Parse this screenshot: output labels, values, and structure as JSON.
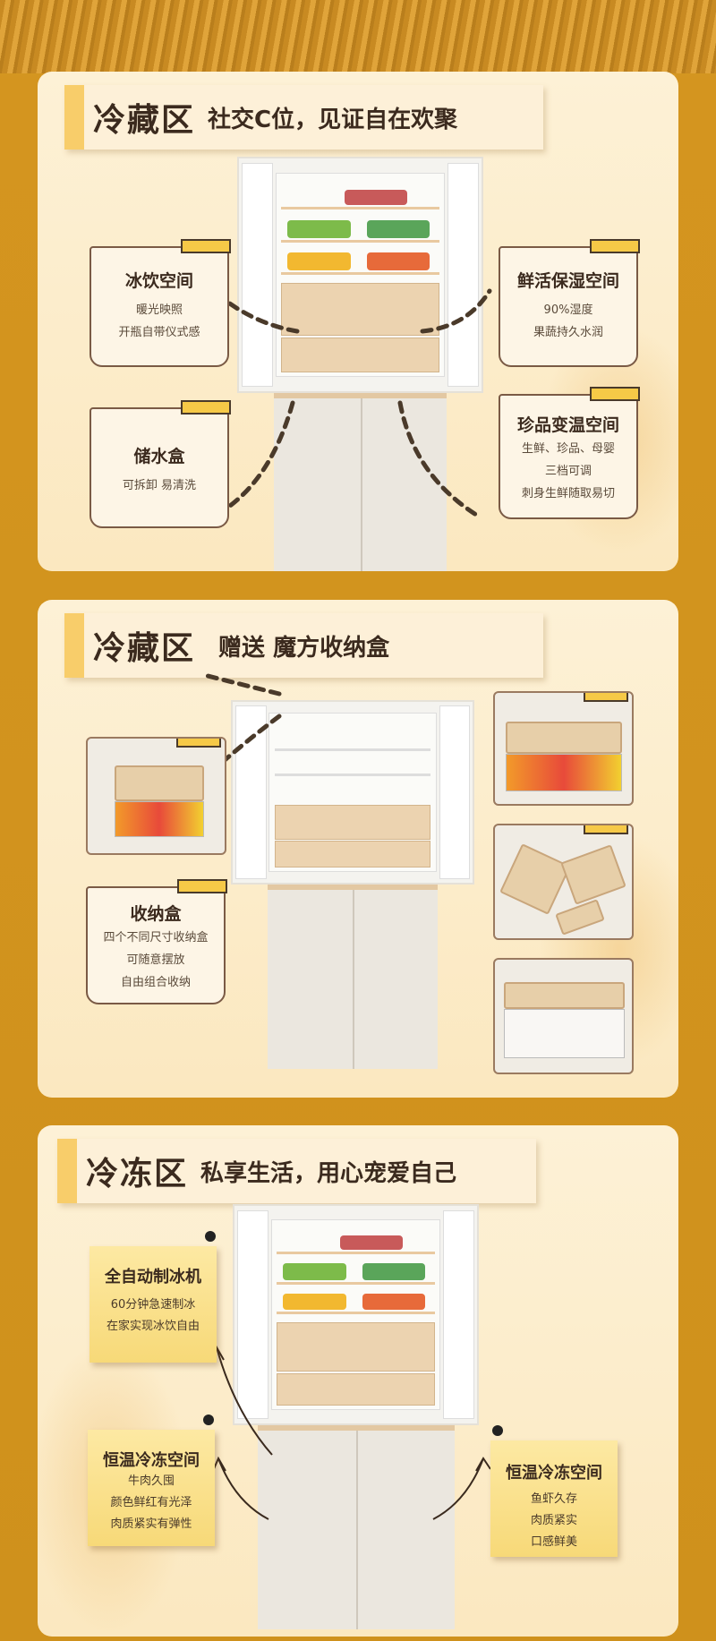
{
  "sections": [
    {
      "title": "冷藏区",
      "subtitle": "社交C位，见证自在欢聚",
      "cards": [
        {
          "title": "冰饮空间",
          "lines": [
            "暖光映照",
            "开瓶自带仪式感"
          ]
        },
        {
          "title": "鲜活保湿空间",
          "lines": [
            "90%湿度",
            "果蔬持久水润"
          ]
        },
        {
          "title": "储水盒",
          "lines": [
            "可拆卸 易清洗"
          ]
        },
        {
          "title": "珍品变温空间",
          "lines": [
            "生鲜、珍品、母婴",
            "三档可调",
            "刺身生鲜随取易切"
          ]
        }
      ]
    },
    {
      "title": "冷藏区",
      "subtitle": "赠送  魔方收纳盒",
      "cards": [
        {
          "title": "收纳盒",
          "lines": [
            "四个不同尺寸收纳盒",
            "可随意摆放",
            "自由组合收纳"
          ]
        }
      ]
    },
    {
      "title": "冷冻区",
      "subtitle": "私享生活，用心宠爱自己",
      "notes": [
        {
          "title": "全自动制冰机",
          "lines": [
            "60分钟急速制冰",
            "在家实现冰饮自由"
          ]
        },
        {
          "title": "恒温冷冻空间",
          "lines": [
            "牛肉久囤",
            "颜色鲜红有光泽",
            "肉质紧实有弹性"
          ]
        },
        {
          "title": "恒温冷冻空间",
          "lines": [
            "鱼虾久存",
            "肉质紧实",
            "口感鲜美"
          ]
        }
      ]
    }
  ],
  "colors": {
    "background": "#d4951f",
    "panel": "#fbe8c0",
    "accent": "#f6c947",
    "text": "#3b2a1e"
  }
}
